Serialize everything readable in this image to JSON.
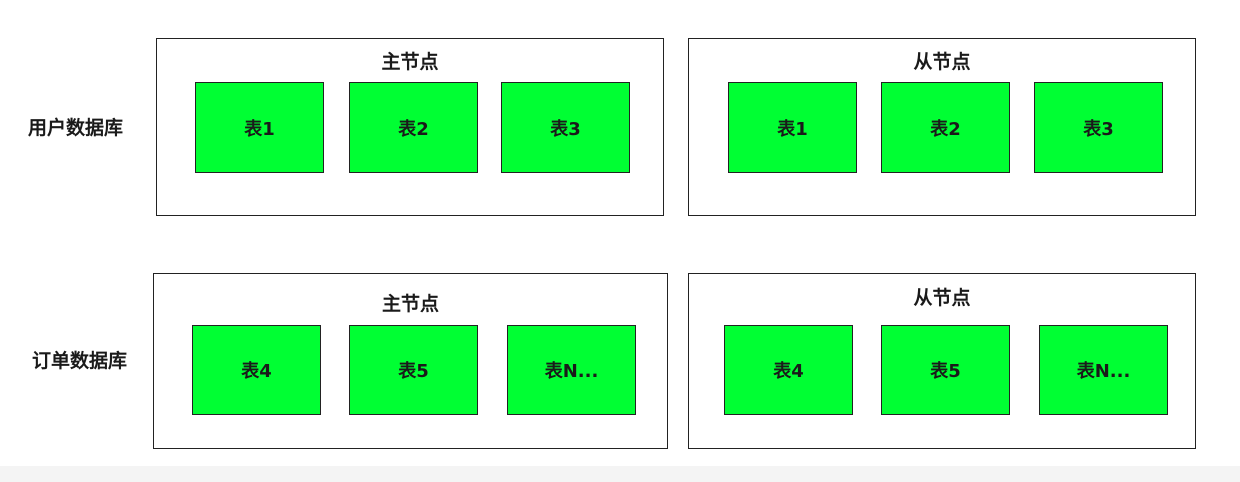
{
  "colors": {
    "table_fill": "#00ff33",
    "border": "#222222"
  },
  "databases": [
    {
      "label": "用户数据库",
      "nodes": [
        {
          "title": "主节点",
          "tables": [
            "表1",
            "表2",
            "表3"
          ]
        },
        {
          "title": "从节点",
          "tables": [
            "表1",
            "表2",
            "表3"
          ]
        }
      ]
    },
    {
      "label": "订单数据库",
      "nodes": [
        {
          "title": "主节点",
          "tables": [
            "表4",
            "表5",
            "表N..."
          ]
        },
        {
          "title": "从节点",
          "tables": [
            "表4",
            "表5",
            "表N..."
          ]
        }
      ]
    }
  ]
}
